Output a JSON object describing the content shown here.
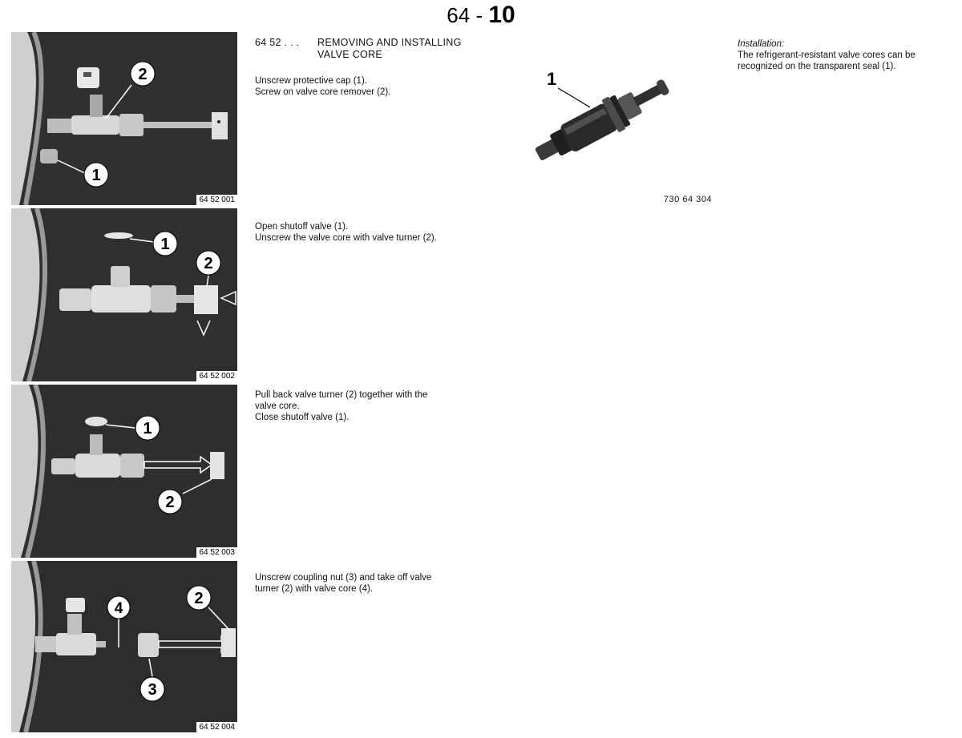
{
  "page": {
    "section": "64",
    "dash": "-",
    "page": "10"
  },
  "section_heading": {
    "number": "64 52 . . .",
    "title_line1": "REMOVING AND INSTALLING",
    "title_line2": "VALVE CORE"
  },
  "steps": [
    {
      "photo_ref": "64 52 001",
      "callouts": [
        "2",
        "1"
      ],
      "lines": [
        "Unscrew protective cap (1).",
        "Screw on valve core remover (2)."
      ]
    },
    {
      "photo_ref": "64 52 002",
      "callouts": [
        "1",
        "2"
      ],
      "lines": [
        "Open shutoff valve (1).",
        "Unscrew the valve core with valve turner (2)."
      ]
    },
    {
      "photo_ref": "64 52 003",
      "callouts": [
        "1",
        "2"
      ],
      "lines": [
        "Pull back valve turner (2) together with the",
        "valve core.",
        "Close shutoff valve (1)."
      ]
    },
    {
      "photo_ref": "64 52 004",
      "callouts": [
        "4",
        "2",
        "3"
      ],
      "lines": [
        "Unscrew coupling nut (3) and take off valve",
        "turner (2) with valve core (4)."
      ]
    }
  ],
  "valve_core_figure": {
    "callout": "1",
    "ref": "730 64 304"
  },
  "installation": {
    "heading": "Installation:",
    "lines": [
      "The refrigerant-resistant valve cores can be",
      "recognized on the transparent seal (1)."
    ]
  },
  "colors": {
    "photo_bg": "#2e2e2e",
    "part_light": "#d8d8d8",
    "callout_bg": "#ffffff"
  }
}
